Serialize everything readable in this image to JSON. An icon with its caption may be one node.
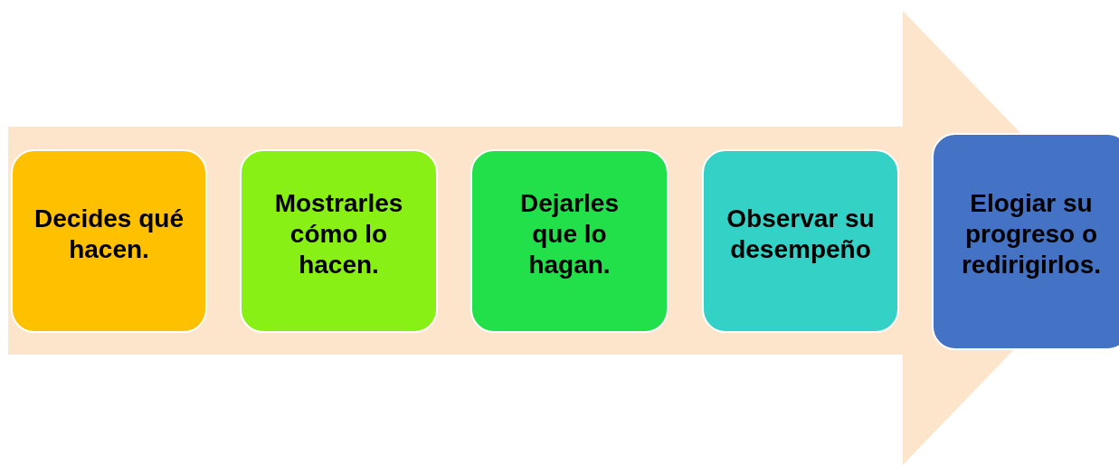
{
  "diagram": {
    "nodes": [
      {
        "text": [
          "Decides qué hacen."
        ]
      },
      {
        "text": [
          "Mostrarles cómo lo hacen."
        ]
      },
      {
        "text": [
          "Dejarles que lo hagan."
        ]
      },
      {
        "text": [
          "Observar su desempeño"
        ]
      },
      {
        "text": [
          "Elogiar su progreso o redirigirlos."
        ]
      }
    ],
    "edges": [
      {
        "from": 0,
        "to": 4,
        "arrow": "to"
      }
    ]
  }
}
